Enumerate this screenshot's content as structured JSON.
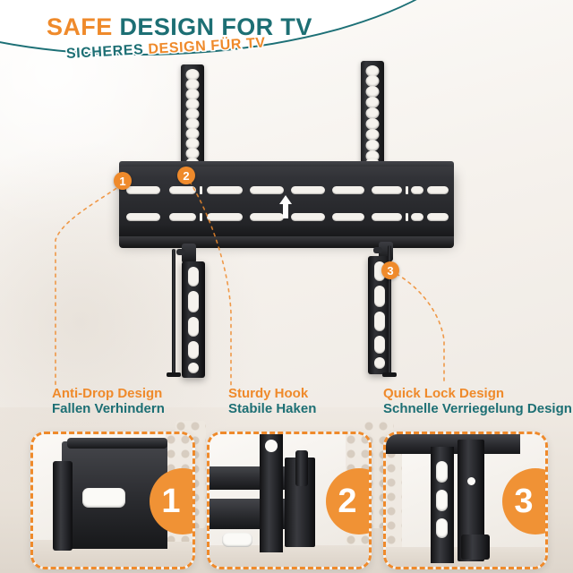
{
  "header": {
    "title_en_part1": "SAFE ",
    "title_en_part2": "DESIGN FOR TV",
    "title_de_part1": "SICHERES ",
    "title_de_part2": "DESIGN FÜR TV"
  },
  "colors": {
    "orange": "#ef8a2b",
    "teal": "#1d6f74",
    "panel_border": "#ef8a2b",
    "badge_bg": "#ef8a2b",
    "badge_text": "#ffffff"
  },
  "callouts": [
    {
      "number": "1"
    },
    {
      "number": "2"
    },
    {
      "number": "3"
    }
  ],
  "features": [
    {
      "en": "Anti-Drop Design",
      "de": "Fallen Verhindern"
    },
    {
      "en": "Sturdy Hook",
      "de": "Stabile Haken"
    },
    {
      "en": "Quick Lock Design",
      "de": "Schnelle Verriegelung Design"
    }
  ],
  "panels": [
    {
      "number": "1",
      "alt": "close-up of anti-drop hook lip"
    },
    {
      "number": "2",
      "alt": "close-up of sturdy hook on rail"
    },
    {
      "number": "3",
      "alt": "close-up of quick lock lever"
    }
  ],
  "product": {
    "name": "tilting tv wall mount bracket",
    "wall_plate_slot_rows": 2,
    "wall_plate_slots_per_row": 9,
    "vertical_rail_holes": 10,
    "arm_slots": 5,
    "center_arrow": "up-arrow"
  }
}
